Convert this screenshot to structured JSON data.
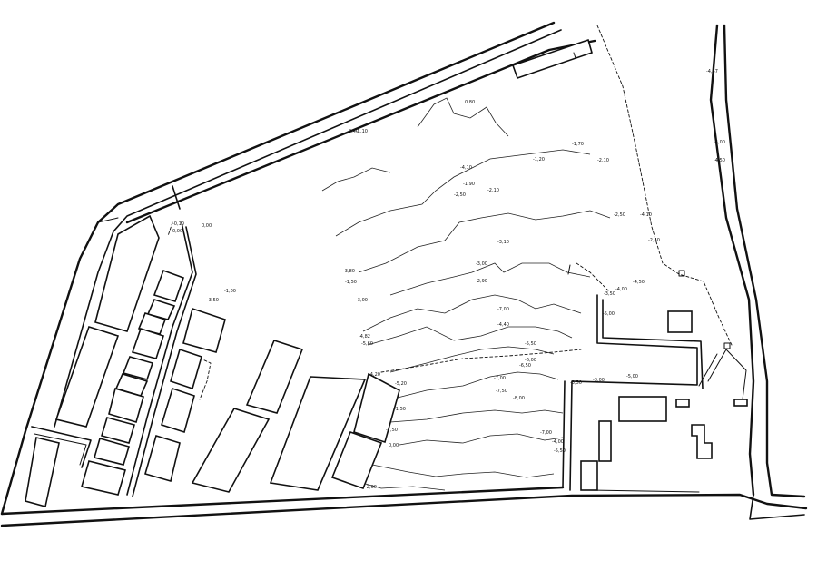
{
  "map": {
    "type": "site-plan",
    "colors": {
      "ink": "#111111",
      "paper": "#ffffff"
    },
    "elevations": [
      "-0,10",
      "0,00",
      "0,80",
      "-1,10",
      "-1,70",
      "-1,20",
      "-2,10",
      "-4,10",
      "-1,90",
      "-2,10",
      "-2,50",
      "-2,50",
      "-4,10",
      "-2,40",
      "-3,10",
      "-3,00",
      "-2,90",
      "-3,80",
      "-1,50",
      "-3,00",
      "-3,50",
      "-4,00",
      "-4,50",
      "-5,00",
      "-4,40",
      "-7,00",
      "-4,82",
      "-5,60",
      "-4,20",
      "-5,20",
      "-5,50",
      "-6,00",
      "-6,50",
      "-7,00",
      "-7,50",
      "-8,00",
      "-7,00",
      "-7,50",
      "0,00",
      "-4,00",
      "-5,50",
      "-3,50",
      "-3,00",
      "-5,00",
      "-4,57",
      "-4,00",
      "-4,50",
      "-3,50",
      "-1,00",
      "-1,50",
      "-2,00",
      "0,40",
      "0,00"
    ]
  }
}
